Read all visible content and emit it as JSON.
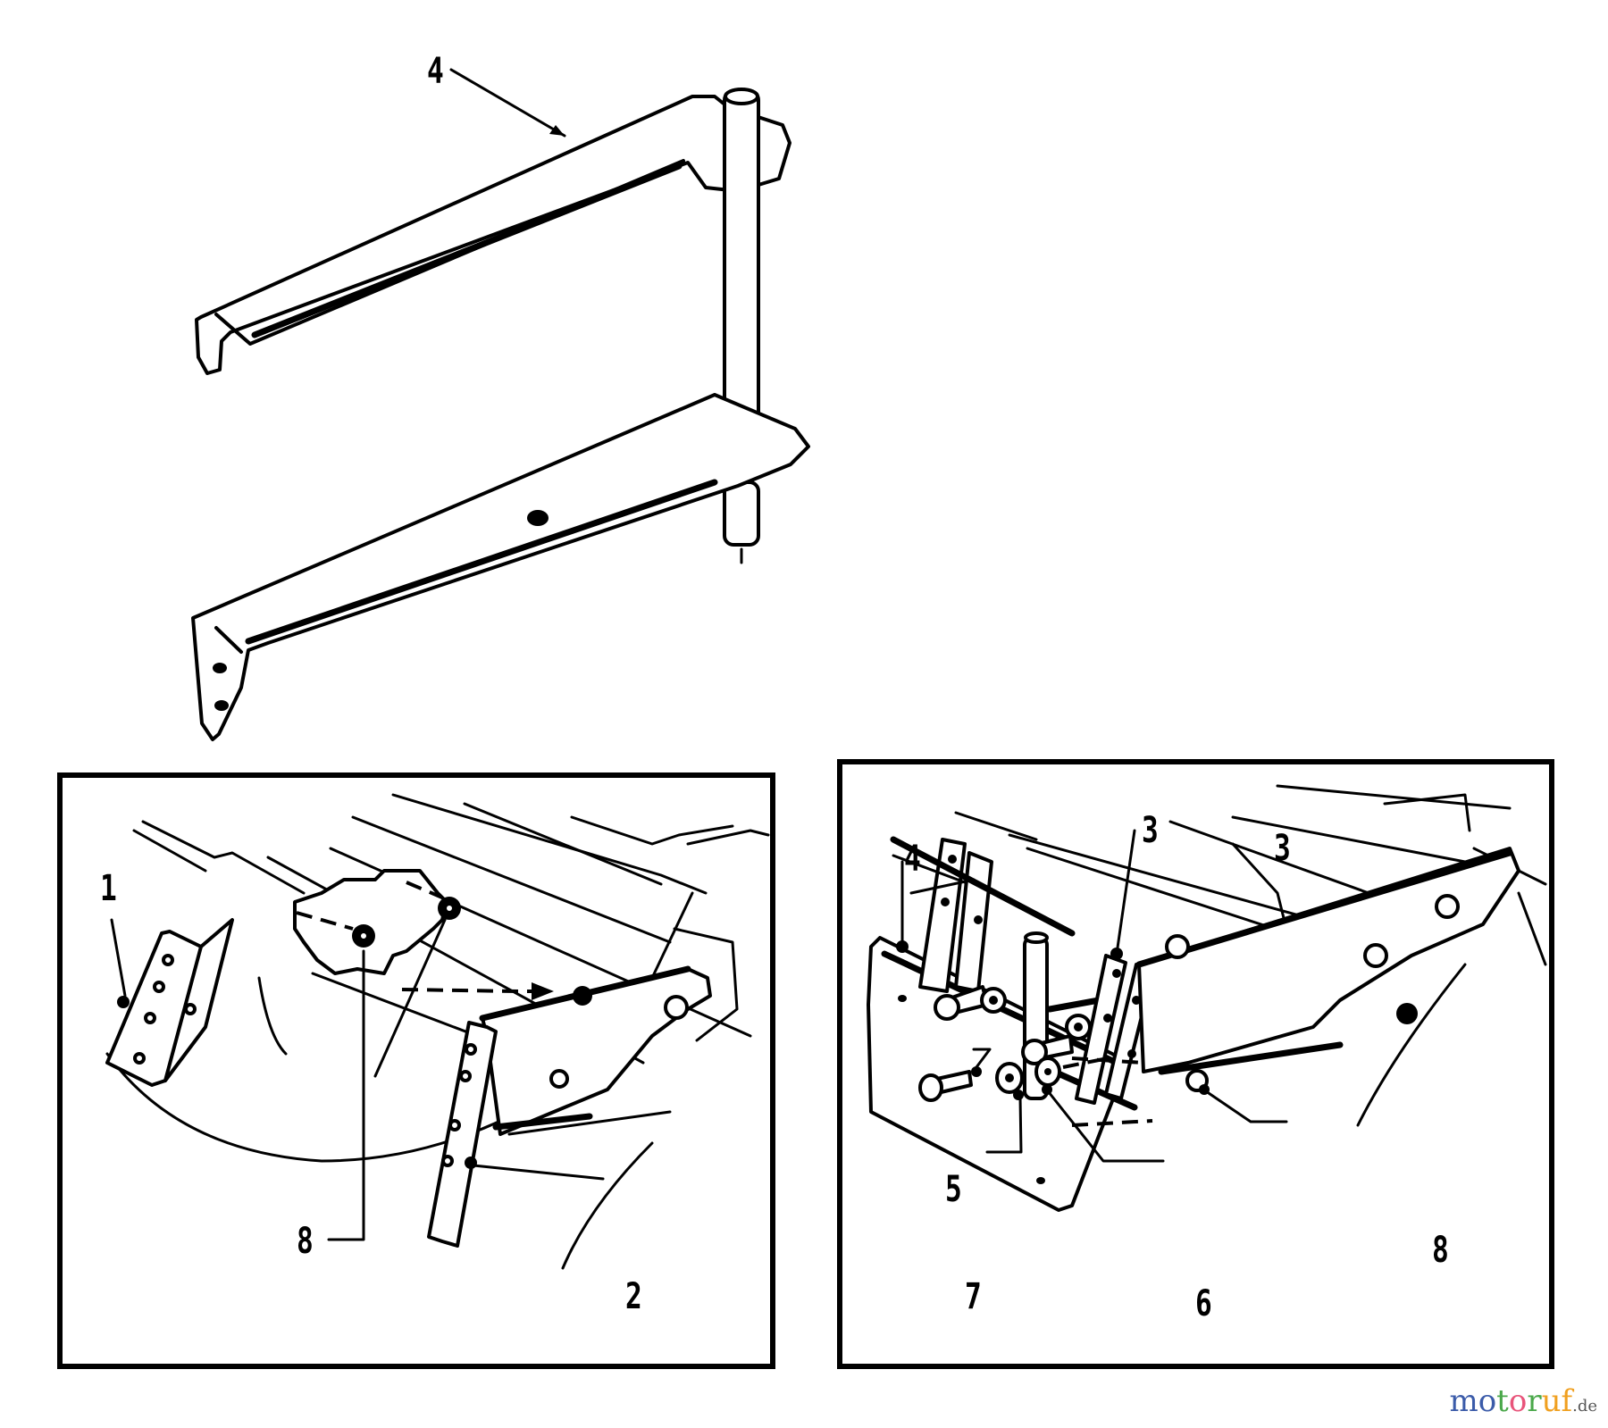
{
  "diagram": {
    "type": "exploded parts diagram",
    "panels": [
      {
        "id": "top",
        "description": "Bracket assembly (part 4) with vertical pin",
        "callouts": [
          "4"
        ]
      },
      {
        "id": "left-inset",
        "description": "Frame mounting of brackets 1 and 2 with bolts 8",
        "callouts": [
          "1",
          "8",
          "2"
        ]
      },
      {
        "id": "right-inset",
        "description": "Attachment of bracket 4 with plates 3, bolt 5, washers 6 and 7, nut 8",
        "callouts": [
          "3",
          "3",
          "4",
          "5",
          "7",
          "6",
          "8"
        ]
      }
    ]
  },
  "callouts": {
    "top_4": "4",
    "left_1": "1",
    "left_8": "8",
    "left_2": "2",
    "right_3a": "3",
    "right_3b": "3",
    "right_4": "4",
    "right_5": "5",
    "right_7": "7",
    "right_6": "6",
    "right_8": "8"
  },
  "watermark": {
    "letters": [
      "m",
      "o",
      "t",
      "o",
      "r",
      "u",
      "f"
    ],
    "colors": [
      "#3b5ba9",
      "#3b5ba9",
      "#4aa84a",
      "#e8547a",
      "#4aa84a",
      "#f0a020",
      "#f0a020"
    ],
    "tld": ".de"
  }
}
